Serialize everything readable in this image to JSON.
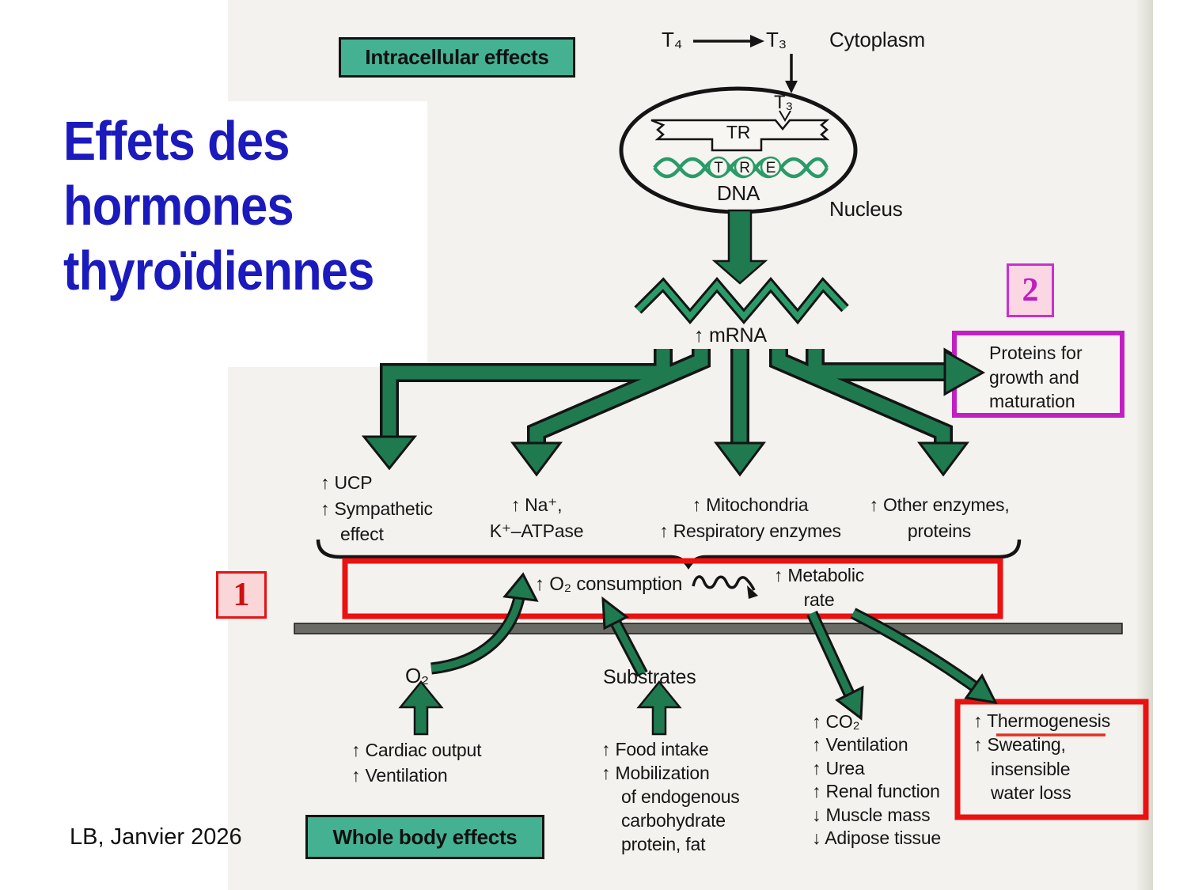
{
  "slide": {
    "title": "Effets des hormones thyroïdiennes",
    "footer": "LB, Janvier 2026",
    "marker_1": "1",
    "marker_2": "2"
  },
  "colors": {
    "title_blue": "#1b1abd",
    "teal": "#45b193",
    "arrow_green": "#1f7a50",
    "helix_green": "#2a9b68",
    "highlight_red": "#ea1111",
    "highlight_magenta": "#c21fc2",
    "marker_pink_bg": "#fbd7e3"
  },
  "figure": {
    "intracellular_label": "Intracellular effects",
    "whole_body_label": "Whole body effects",
    "t4": "T₄",
    "t3": "T₃",
    "cytoplasm": "Cytoplasm",
    "nucleus": "Nucleus",
    "t3_nucleus": "T₃",
    "tr": "TR",
    "tre": [
      "T",
      "R",
      "E"
    ],
    "dna": "DNA",
    "mrna": "↑ mRNA",
    "proteins_box": {
      "lines": [
        "Proteins for",
        "growth and",
        "maturation"
      ]
    },
    "branches": {
      "ucp": {
        "lines": [
          "↑ UCP",
          "↑ Sympathetic",
          "effect"
        ]
      },
      "atpase": {
        "lines": [
          "↑ Na⁺,",
          "K⁺–ATPase"
        ]
      },
      "mito": {
        "lines": [
          "↑ Mitochondria",
          "↑ Respiratory enzymes"
        ]
      },
      "other": {
        "lines": [
          "↑ Other enzymes,",
          "proteins"
        ]
      }
    },
    "consumption": {
      "o2": "↑ O₂ consumption",
      "metabolic": [
        "↑ Metabolic",
        "rate"
      ]
    },
    "below": {
      "o2": "O₂",
      "substrates": "Substrates",
      "cardiac": {
        "lines": [
          "↑ Cardiac output",
          "↑ Ventilation"
        ]
      },
      "food": {
        "lines": [
          "↑ Food intake",
          "↑ Mobilization",
          "of endogenous",
          "carbohydrate",
          "protein, fat"
        ]
      },
      "co2": {
        "lines": [
          "↑ CO₂",
          "↑ Ventilation",
          "↑ Urea",
          "↑ Renal function",
          "↓ Muscle mass",
          "↓ Adipose tissue"
        ]
      },
      "thermo": {
        "lines": [
          "↑ Thermogenesis",
          "↑ Sweating,",
          "insensible",
          "water loss"
        ]
      }
    }
  }
}
